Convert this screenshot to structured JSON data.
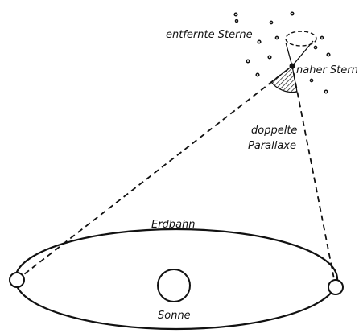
{
  "labels": {
    "distant_stars": "entfernte Sterne",
    "near_star": "naher Stern",
    "parallax_line1": "doppelte",
    "parallax_line2": "Parallaxe",
    "orbit": "Erdbahn",
    "sun": "Sonne"
  },
  "colors": {
    "ink": "#111111",
    "background": "#ffffff"
  }
}
